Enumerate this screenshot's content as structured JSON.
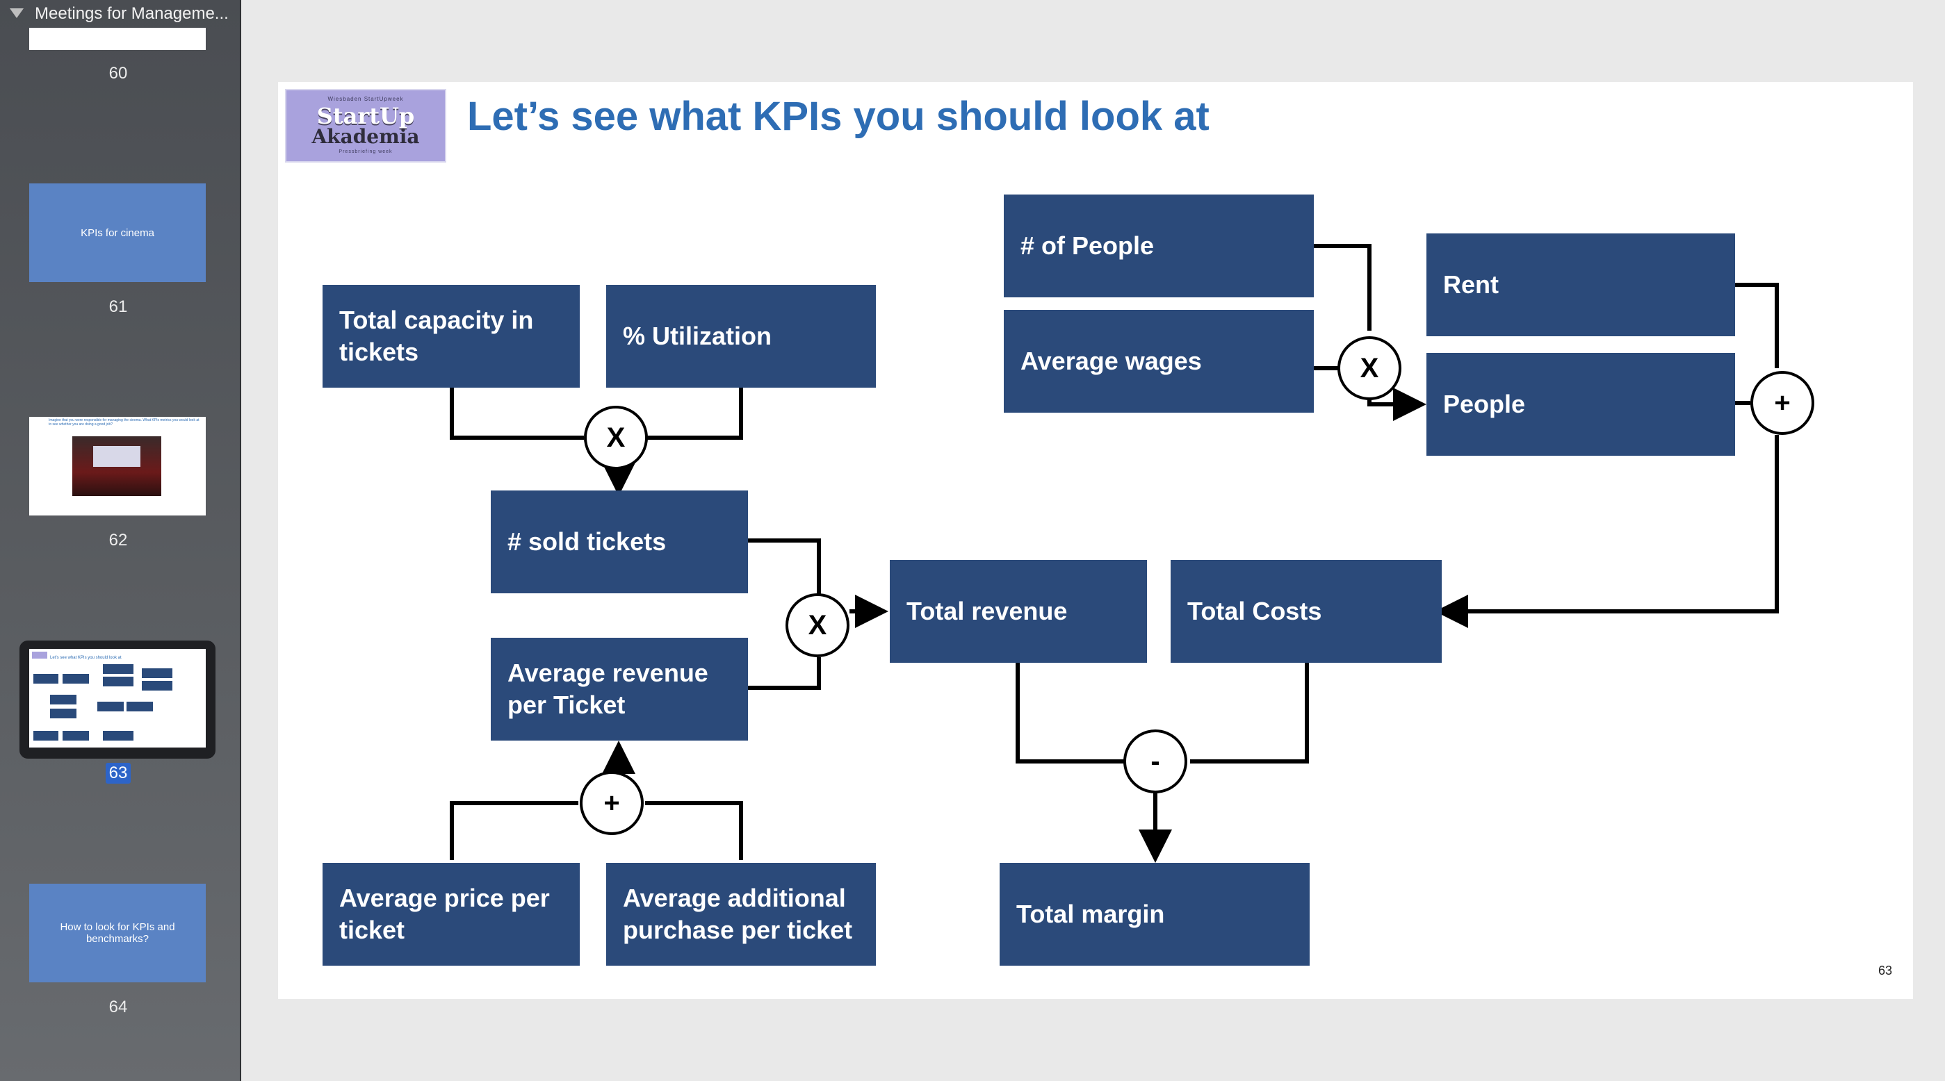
{
  "sidebar": {
    "presentation_title": "Meetings for Manageme...",
    "slides": [
      {
        "number": "60"
      },
      {
        "number": "61",
        "thumb_text": "KPIs for cinema"
      },
      {
        "number": "62",
        "thumb_text": "Imagine that you were responsible for managing the cinema. What KPIs metrics you would look at to see whether you are doing a good job?"
      },
      {
        "number": "63",
        "thumb_text": "Let’s see what KPIs you should look at",
        "selected": true
      },
      {
        "number": "64",
        "thumb_text": "How to look for KPIs and benchmarks?"
      }
    ]
  },
  "slide": {
    "logo": {
      "top": "Wiesbaden StartUpweek",
      "line1": "StartUp",
      "line2": "Akademia",
      "bottom": "Pressbriefing week"
    },
    "title": "Let’s see what KPIs you should look at",
    "page_number": "63",
    "boxes": {
      "total_capacity": "Total capacity in tickets",
      "utilization": "% Utilization",
      "sold_tickets": "# sold tickets",
      "avg_revenue": "Average revenue per Ticket",
      "avg_price": "Average price per ticket",
      "avg_additional": "Average additional purchase per ticket",
      "num_people": "# of People",
      "avg_wages": "Average wages",
      "rent": "Rent",
      "people": "People",
      "total_revenue": "Total revenue",
      "total_costs": "Total Costs",
      "total_margin": "Total margin"
    },
    "operators": {
      "mult1": "X",
      "mult2": "X",
      "mult3": "X",
      "plus1": "+",
      "plus2": "+",
      "minus": "-"
    }
  },
  "colors": {
    "box": "#2b4a7a",
    "title": "#2e6db4",
    "thumb_blue": "#5a83c4",
    "selected_number": "#2d64c8"
  }
}
